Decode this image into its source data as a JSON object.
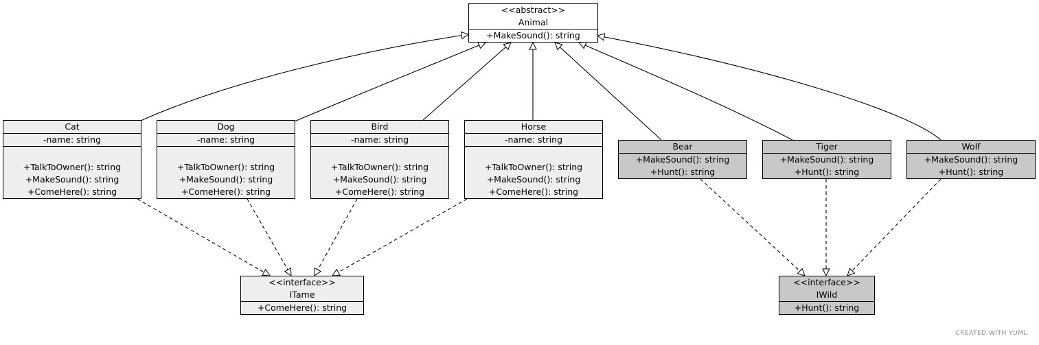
{
  "colors": {
    "abstract_fill": "#ffffff",
    "tame_fill": "#eeeeee",
    "wild_fill": "#c8c8c8",
    "line": "#000000",
    "watermark": "#7a8c9e"
  },
  "classes": {
    "animal": {
      "stereotype": "<<abstract>>",
      "name": "Animal",
      "methods": [
        "+MakeSound(): string"
      ]
    },
    "cat": {
      "name": "Cat",
      "fields": [
        "-name: string"
      ],
      "methods": [
        "+TalkToOwner(): string",
        "+MakeSound(): string",
        "+ComeHere(): string"
      ]
    },
    "dog": {
      "name": "Dog",
      "fields": [
        "-name: string"
      ],
      "methods": [
        "+TalkToOwner(): string",
        "+MakeSound(): string",
        "+ComeHere(): string"
      ]
    },
    "bird": {
      "name": "Bird",
      "fields": [
        "-name: string"
      ],
      "methods": [
        "+TalkToOwner(): string",
        "+MakeSound(): string",
        "+ComeHere(): string"
      ]
    },
    "horse": {
      "name": "Horse",
      "fields": [
        "-name: string"
      ],
      "methods": [
        "+TalkToOwner(): string",
        "+MakeSound(): string",
        "+ComeHere(): string"
      ]
    },
    "bear": {
      "name": "Bear",
      "methods": [
        "+MakeSound(): string",
        "+Hunt(): string"
      ]
    },
    "tiger": {
      "name": "Tiger",
      "methods": [
        "+MakeSound(): string",
        "+Hunt(): string"
      ]
    },
    "wolf": {
      "name": "Wolf",
      "methods": [
        "+MakeSound(): string",
        "+Hunt(): string"
      ]
    },
    "itame": {
      "stereotype": "<<interface>>",
      "name": "ITame",
      "methods": [
        "+ComeHere(): string"
      ]
    },
    "iwild": {
      "stereotype": "<<interface>>",
      "name": "IWild",
      "methods": [
        "+Hunt(): string"
      ]
    }
  },
  "relations": {
    "inherits": [
      "cat",
      "dog",
      "bird",
      "horse",
      "bear",
      "tiger",
      "wolf"
    ],
    "implements_itame": [
      "cat",
      "dog",
      "bird",
      "horse"
    ],
    "implements_iwild": [
      "bear",
      "tiger",
      "wolf"
    ]
  },
  "watermark": "CREATED WITH YUML"
}
